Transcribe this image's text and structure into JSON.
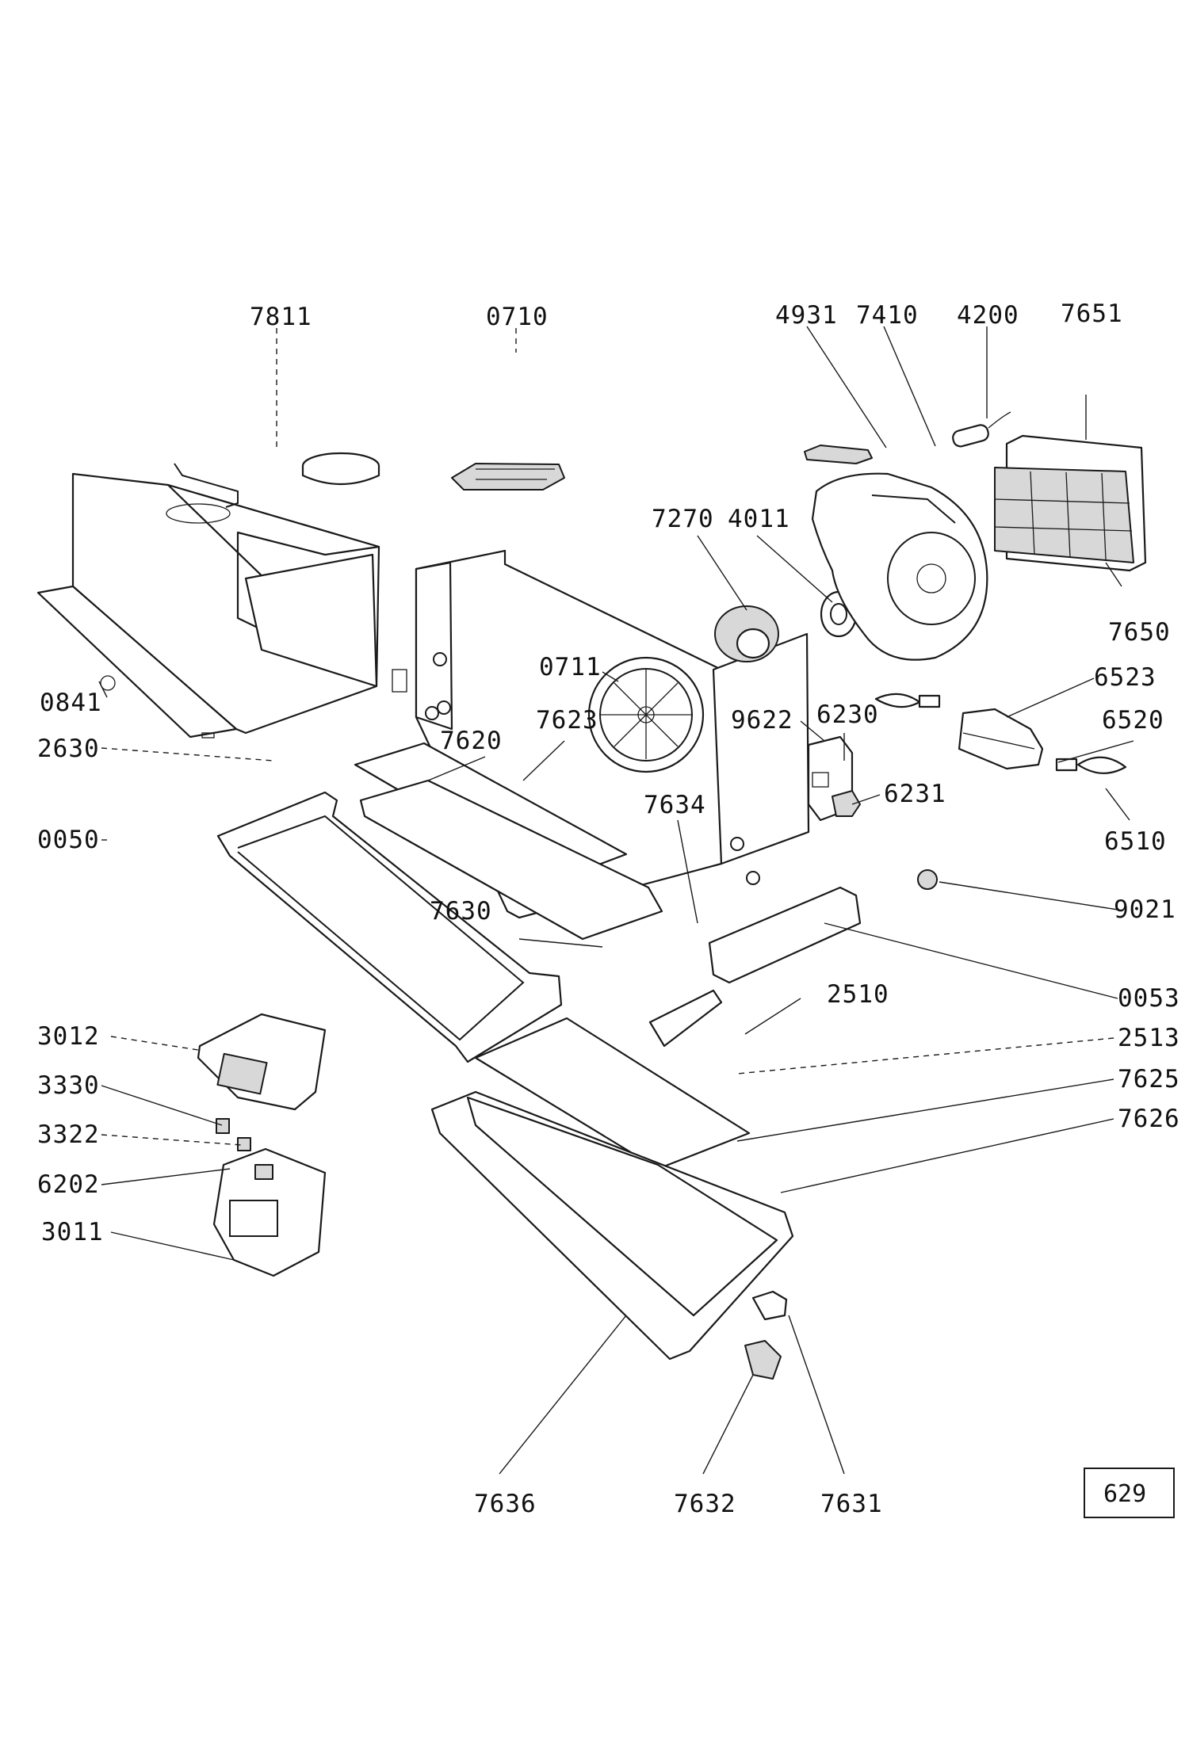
{
  "diagram": {
    "page_number": "629",
    "labels": {
      "p7811": "7811",
      "p0710": "0710",
      "p4931": "4931",
      "p7410": "7410",
      "p4200": "4200",
      "p7651": "7651",
      "p7270": "7270",
      "p4011": "4011",
      "p7650": "7650",
      "p0711": "0711",
      "p0841": "0841",
      "p6523": "6523",
      "p7623": "7623",
      "p9622": "9622",
      "p6230": "6230",
      "p6520": "6520",
      "p2630": "2630",
      "p7620": "7620",
      "p6231": "6231",
      "p7634": "7634",
      "p0050": "0050",
      "p6510": "6510",
      "p9021": "9021",
      "p7630": "7630",
      "p2510": "2510",
      "p0053": "0053",
      "p3012": "3012",
      "p2513": "2513",
      "p3330": "3330",
      "p7625": "7625",
      "p3322": "3322",
      "p7626": "7626",
      "p6202": "6202",
      "p3011": "3011",
      "p7636": "7636",
      "p7632": "7632",
      "p7631": "7631"
    }
  }
}
